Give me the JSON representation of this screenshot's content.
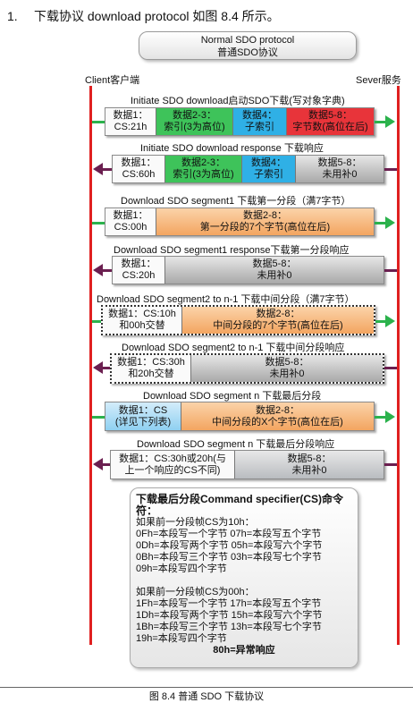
{
  "heading": {
    "number": "1.",
    "text": "下载协议 download protocol 如图 8.4 所示。"
  },
  "protocol_box": {
    "line1": "Normal SDO protocol",
    "line2": "普通SDO协议"
  },
  "roles": {
    "client": "Client客户端",
    "server": "Sever服务"
  },
  "messages": [
    {
      "title": "Initiate SDO download启动SDO下载(写对象字典)",
      "cells": [
        [
          "数据1：",
          "CS:21h"
        ],
        [
          "数据2-3：",
          "索引(3为高位)"
        ],
        [
          "数据4：",
          "子索引"
        ],
        [
          "数据5-8：",
          "字节数(高位在后)"
        ]
      ]
    },
    {
      "title": "Initiate SDO download response 下载响应",
      "cells": [
        [
          "数据1：",
          "CS:60h"
        ],
        [
          "数据2-3：",
          "索引(3为高位)"
        ],
        [
          "数据4：",
          "子索引"
        ],
        [
          "数据5-8：",
          "未用补0"
        ]
      ]
    },
    {
      "title": "Download SDO segment1 下载第一分段（满7字节）",
      "cells": [
        [
          "数据1：",
          "CS:00h"
        ],
        [
          "数据2-8：",
          "第一分段的7个字节(高位在后)"
        ]
      ]
    },
    {
      "title": "Download SDO segment1 response下载第一分段响应",
      "cells": [
        [
          "数据1：",
          "CS:20h"
        ],
        [
          "数据5-8：",
          "未用补0"
        ]
      ]
    },
    {
      "title": "Download SDO segment2 to n-1 下载中间分段（满7字节）",
      "cells": [
        [
          "数据1：CS:10h",
          "和00h交替"
        ],
        [
          "数据2-8：",
          "中间分段的7个字节(高位在后)"
        ]
      ]
    },
    {
      "title": "Download SDO segment2 to n-1 下载中间分段响应",
      "cells": [
        [
          "数据1：CS:30h",
          "和20h交替"
        ],
        [
          "数据5-8：",
          "未用补0"
        ]
      ]
    },
    {
      "title": "Download SDO segment n 下载最后分段",
      "cells": [
        [
          "数据1：CS",
          "(详见下列表)"
        ],
        [
          "数据2-8：",
          "中间分段的X个字节(高位在后)"
        ]
      ]
    },
    {
      "title": "Download SDO segment n 下载最后分段响应",
      "cells": [
        [
          "数据1：CS:30h或20h(与",
          "上一个响应的CS不同)"
        ],
        [
          "数据5-8：",
          "未用补0"
        ]
      ]
    }
  ],
  "cs_box": {
    "title": "下载最后分段Command specifier(CS)命令符：",
    "group1_header": "如果前一分段帧CS为10h：",
    "group1": [
      "0Fh=本段写一个字节  07h=本段写五个字节",
      "0Dh=本段写两个字节  05h=本段写六个字节",
      "0Bh=本段写三个字节  03h=本段写七个字节",
      "09h=本段写四个字节"
    ],
    "group2_header": "如果前一分段帧CS为00h：",
    "group2": [
      "1Fh=本段写一个字节  17h=本段写五个字节",
      "1Dh=本段写两个字节  15h=本段写六个字节",
      "1Bh=本段写三个字节  13h=本段写七个字节",
      "19h=本段写四个字节"
    ],
    "abort": "80h=异常响应"
  },
  "caption": "图  8.4  普通 SDO 下载协议"
}
